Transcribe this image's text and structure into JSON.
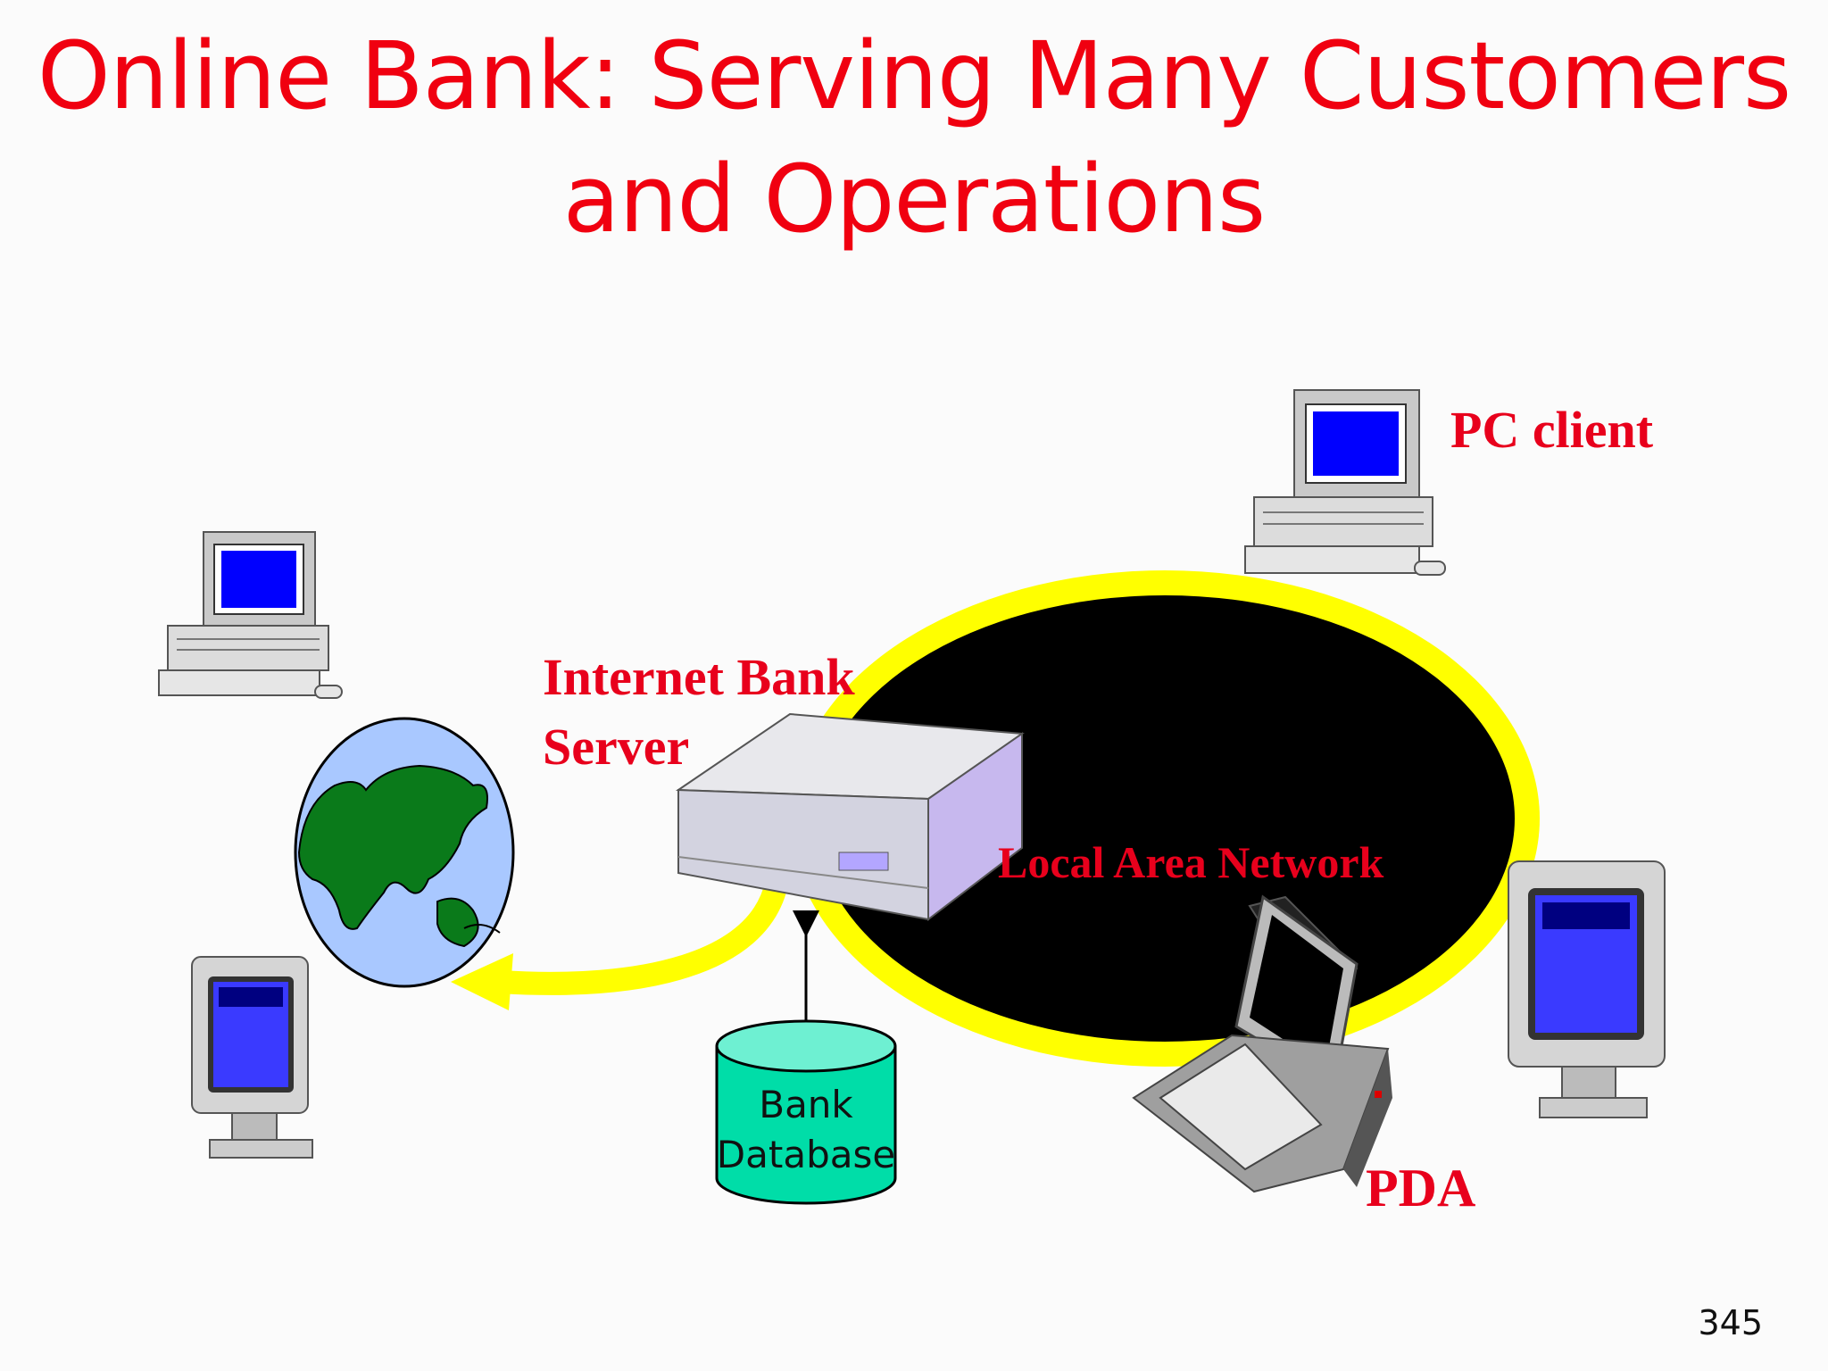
{
  "title": {
    "line1": "Online Bank: Serving Many Customers",
    "line2": "and Operations"
  },
  "labels": {
    "pc_client": "PC client",
    "internet_bank_server_line1": "Internet Bank",
    "internet_bank_server_line2": "Server",
    "local_area_network": "Local Area Network",
    "pda": "PDA"
  },
  "database": {
    "line1": "Bank",
    "line2": "Database"
  },
  "page_number": "345",
  "colors": {
    "title": "#f00010",
    "labels": "#e8001c",
    "lan_fill": "#000000",
    "lan_ring": "#ffff00",
    "globe_ocean": "#a9c8ff",
    "globe_land": "#0a7a1a",
    "screen": "#0000ff",
    "database": "#5be8c8",
    "server": "#d7d7e0"
  },
  "icons": [
    "globe-icon",
    "pc-icon",
    "terminal-icon",
    "server-icon",
    "laptop-icon",
    "database-icon"
  ]
}
